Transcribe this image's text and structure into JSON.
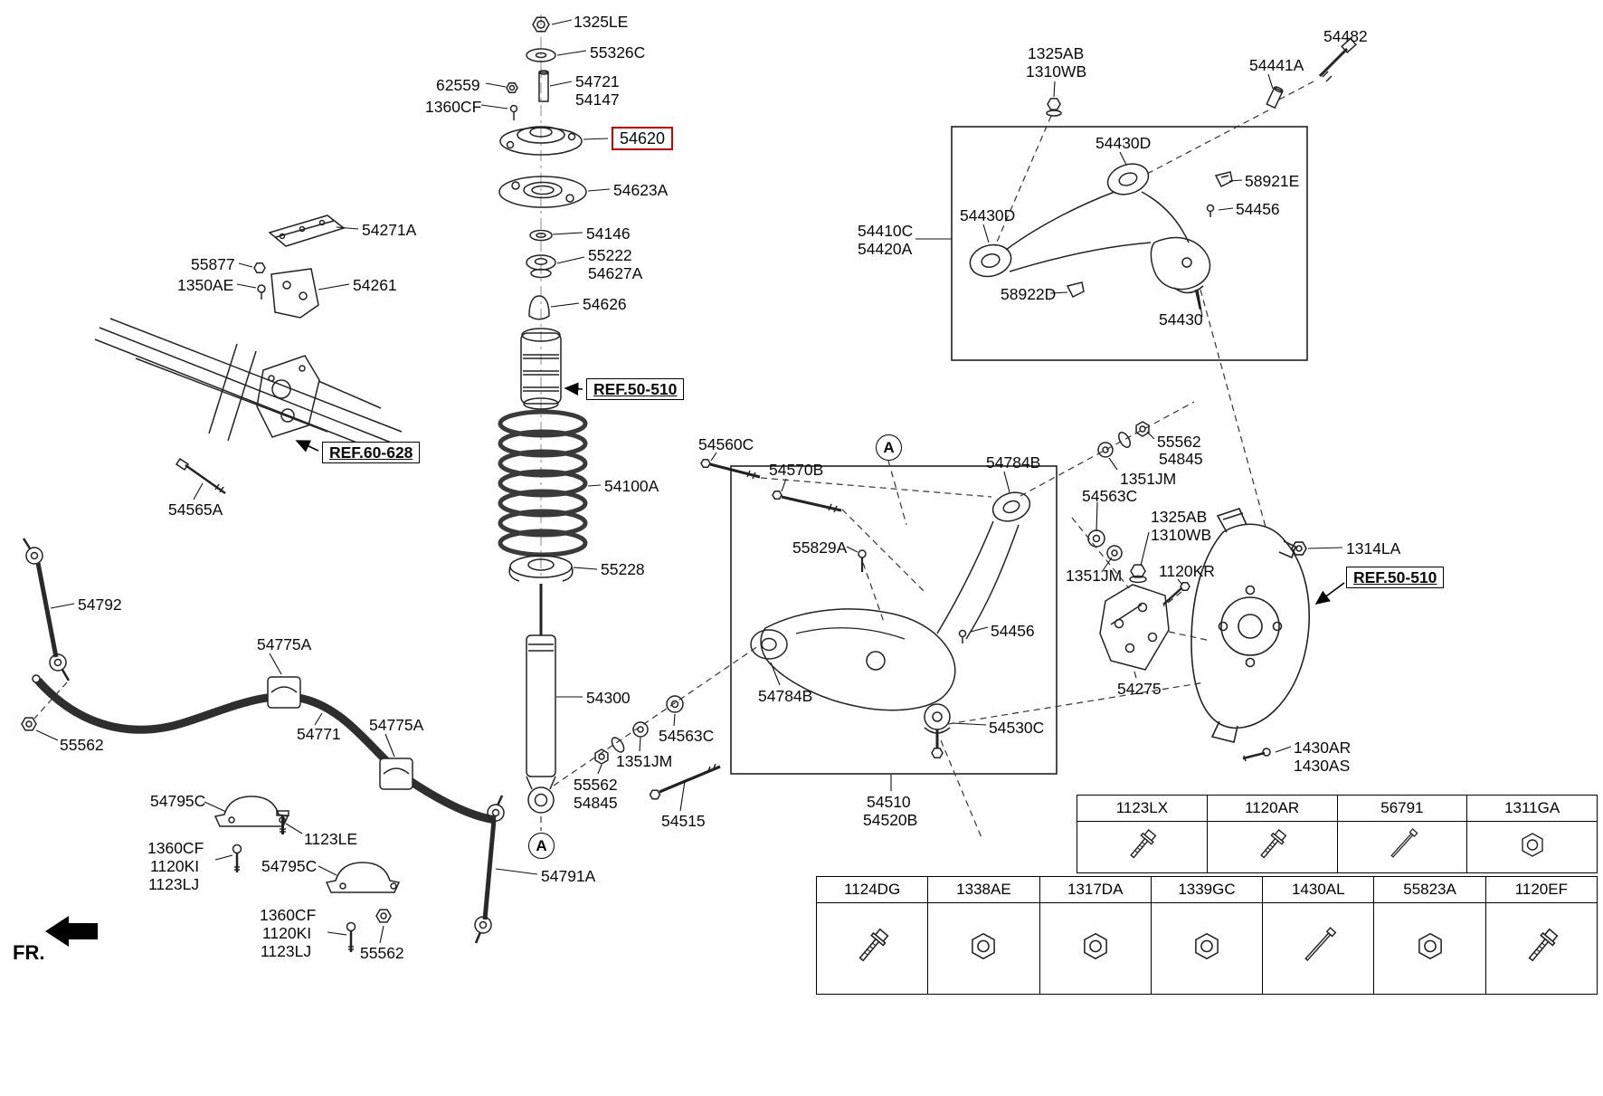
{
  "doc": {
    "kind": "front-suspension-parts-diagram",
    "fr_label": "FR."
  },
  "colors": {
    "highlight": "#d40000",
    "line": "#222222"
  },
  "markers": {
    "a1": "A",
    "a2": "A"
  },
  "callouts": {
    "n1325LE": "1325LE",
    "n55326C": "55326C",
    "n62559": "62559",
    "n54721": "54721",
    "n54147": "54147",
    "n1360CF_1": "1360CF",
    "n54620": "54620",
    "n54623A": "54623A",
    "n54146": "54146",
    "n55222": "55222",
    "n54627A": "54627A",
    "n54626": "54626",
    "ref50510_1": "REF.50-510",
    "n54100A": "54100A",
    "n55228": "55228",
    "n54300": "54300",
    "n54271A": "54271A",
    "n55877": "55877",
    "n1350AE": "1350AE",
    "n54261": "54261",
    "ref60628": "REF.60-628",
    "n54565A": "54565A",
    "n54792": "54792",
    "n55562_1": "55562",
    "n54775A_1": "54775A",
    "n54771": "54771",
    "n54775A_2": "54775A",
    "n54795C_1": "54795C",
    "n1123LE": "1123LE",
    "n1360CF_2": "1360CF",
    "n1120KI_1": "1120KI",
    "n1123LJ_1": "1123LJ",
    "n54795C_2": "54795C",
    "n1360CF_3": "1360CF",
    "n1120KI_2": "1120KI",
    "n1123LJ_2": "1123LJ",
    "n55562_2": "55562",
    "n54791A": "54791A",
    "n54560C": "54560C",
    "n54570B": "54570B",
    "n55829A": "55829A",
    "n54784B_1": "54784B",
    "n1351JM_1": "1351JM",
    "n54563C_1": "54563C",
    "n55562_3": "55562",
    "n54845_1": "54845",
    "n1325AB_1": "1325AB",
    "n1310WB_1": "1310WB",
    "n1351JM_2": "1351JM",
    "n1120KR": "1120KR",
    "n54456_1": "54456",
    "n54784B_2": "54784B",
    "n54530C": "54530C",
    "n54275": "54275",
    "n55562_4": "55562",
    "n54845_2": "54845",
    "n1351JM_3": "1351JM",
    "n54563C_2": "54563C",
    "n54515": "54515",
    "n54510": "54510",
    "n54520B": "54520B",
    "n1325AB_2": "1325AB",
    "n1310WB_2": "1310WB",
    "n54441A": "54441A",
    "n54482": "54482",
    "n54430D_1": "54430D",
    "n58921E": "58921E",
    "n54456_2": "54456",
    "n54410C": "54410C",
    "n54420A": "54420A",
    "n54430D_2": "54430D",
    "n58922D": "58922D",
    "n54430": "54430",
    "n1314LA": "1314LA",
    "ref50510_2": "REF.50-510",
    "n1430AR": "1430AR",
    "n1430AS": "1430AS"
  },
  "tables": {
    "top": {
      "columns": [
        {
          "part": "1123LX",
          "icon": "bolt-icon"
        },
        {
          "part": "1120AR",
          "icon": "bolt-icon"
        },
        {
          "part": "56791",
          "icon": "screw-icon"
        },
        {
          "part": "1311GA",
          "icon": "nut-icon"
        }
      ]
    },
    "bottom": {
      "columns": [
        {
          "part": "1124DG",
          "icon": "bolt-icon"
        },
        {
          "part": "1338AE",
          "icon": "nut-icon"
        },
        {
          "part": "1317DA",
          "icon": "nut-icon"
        },
        {
          "part": "1339GC",
          "icon": "nut-icon"
        },
        {
          "part": "1430AL",
          "icon": "screw-icon"
        },
        {
          "part": "55823A",
          "icon": "nut-icon"
        },
        {
          "part": "1120EF",
          "icon": "bolt-icon"
        }
      ]
    }
  }
}
